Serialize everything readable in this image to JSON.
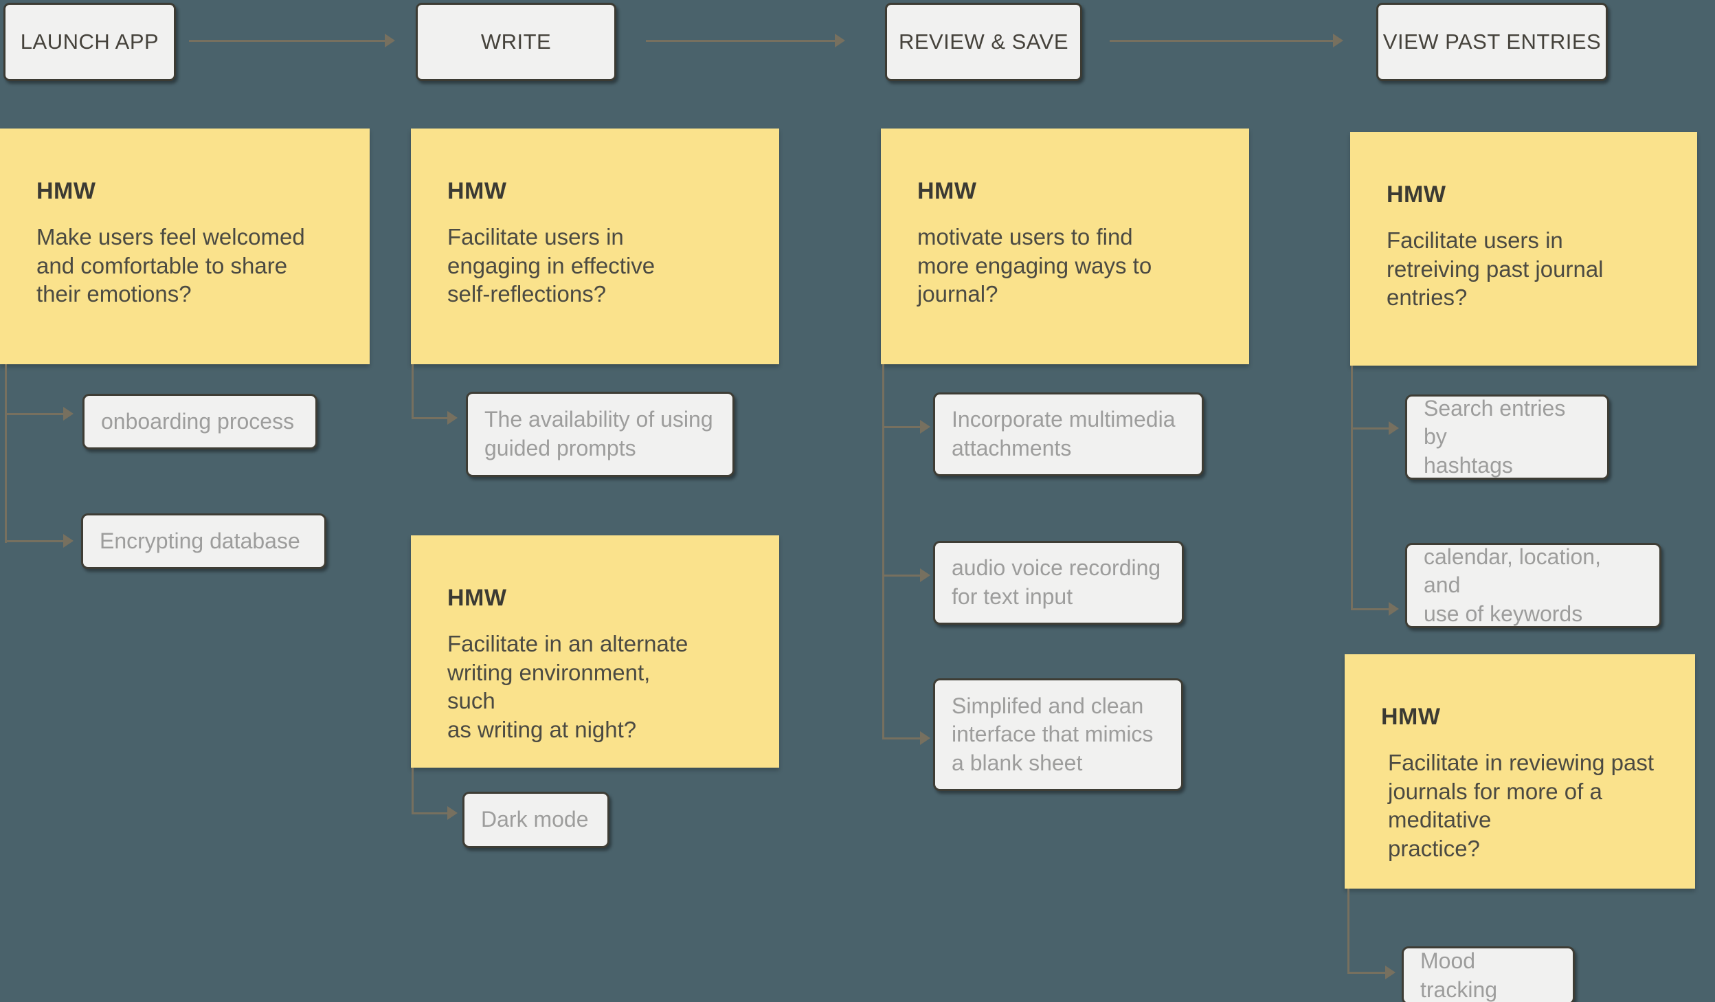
{
  "board": {
    "colors": {
      "background": "#4a626b",
      "sticky_note": "#fae28c",
      "card_fill": "#f1f1f0",
      "card_border": "#3c3b33",
      "muted_text": "#9d9d9c",
      "ink_text": "#4b4a42",
      "connector": "#77705f"
    }
  },
  "steps": [
    "LAUNCH APP",
    "WRITE",
    "REVIEW & SAVE",
    "VIEW PAST ENTRIES"
  ],
  "notes": [
    {
      "heading": "HMW",
      "body": "Make users feel welcomed\nand comfortable to share\ntheir emotions?"
    },
    {
      "heading": "HMW",
      "body": "Facilitate users in\nengaging in effective\nself-reflections?"
    },
    {
      "heading": "HMW",
      "body": "motivate users to find\nmore engaging ways to\njournal?"
    },
    {
      "heading": "HMW",
      "body": "Facilitate users in\nretreiving past journal\nentries?"
    },
    {
      "heading": "HMW",
      "body": "Facilitate in an alternate\nwriting environment,\nsuch\nas writing at night?"
    },
    {
      "heading": "HMW",
      "body": "Facilitate in reviewing past\njournals for more of a\nmeditative\npractice?"
    }
  ],
  "tags": [
    "onboarding process",
    "Encrypting database",
    "The availability of using\nguided prompts",
    "Dark mode",
    "Incorporate multimedia\nattachments",
    "audio voice recording\nfor text input",
    "Simplifed and clean\ninterface that mimics\na blank sheet",
    "Search entries by\nhashtags",
    "calendar, location, and\nuse of keywords",
    "Mood tracking"
  ]
}
